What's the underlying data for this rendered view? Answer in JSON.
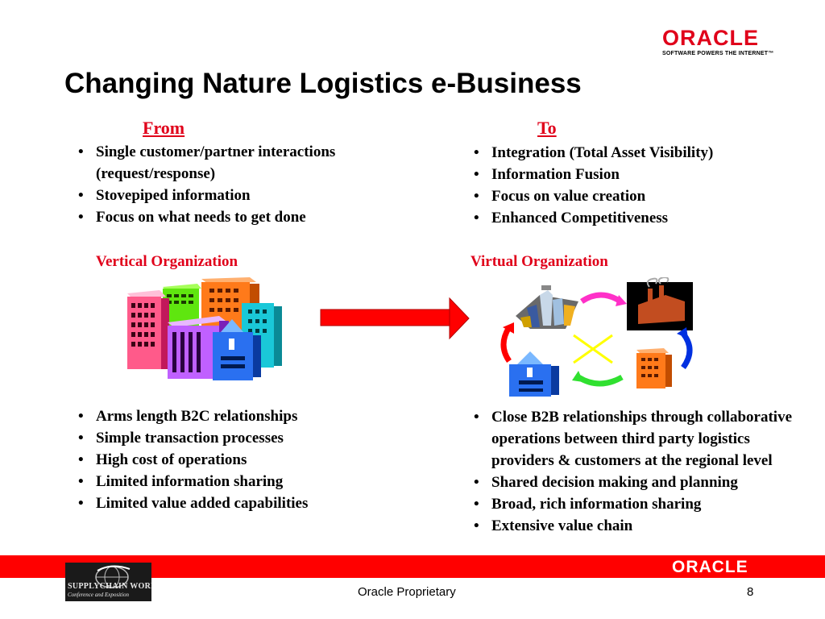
{
  "brand": {
    "logo_text": "ORACLE",
    "tagline": "SOFTWARE POWERS THE INTERNET™",
    "footer_logo_text": "ORACLE"
  },
  "slide": {
    "title": "Changing Nature Logistics e-Business",
    "page_number": "8",
    "footer_label": "Oracle Proprietary"
  },
  "from": {
    "heading": "From",
    "top_bullets": [
      "Single customer/partner interactions (request/response)",
      "Stovepiped information",
      "Focus on what needs to get done"
    ],
    "subheading": "Vertical Organization",
    "bottom_bullets": [
      "Arms length B2C relationships",
      "Simple transaction processes",
      "High cost of operations",
      "Limited information sharing",
      "Limited value added capabilities"
    ]
  },
  "to": {
    "heading": "To",
    "top_bullets": [
      "Integration (Total Asset Visibility)",
      "Information Fusion",
      "Focus on value creation",
      "Enhanced Competitiveness"
    ],
    "subheading": "Virtual Organization",
    "bottom_bullets": [
      "Close B2B relationships through collaborative operations between third party logistics providers & customers at the regional level",
      "Shared decision making and planning",
      "Broad, rich information sharing",
      "Extensive value chain"
    ]
  },
  "event_logo": {
    "name": "SUPPLYCHAIN WORLD",
    "subtitle": "Conference and Exposition"
  },
  "colors": {
    "accent": "#e0001a",
    "footer_band": "#ff0000"
  }
}
